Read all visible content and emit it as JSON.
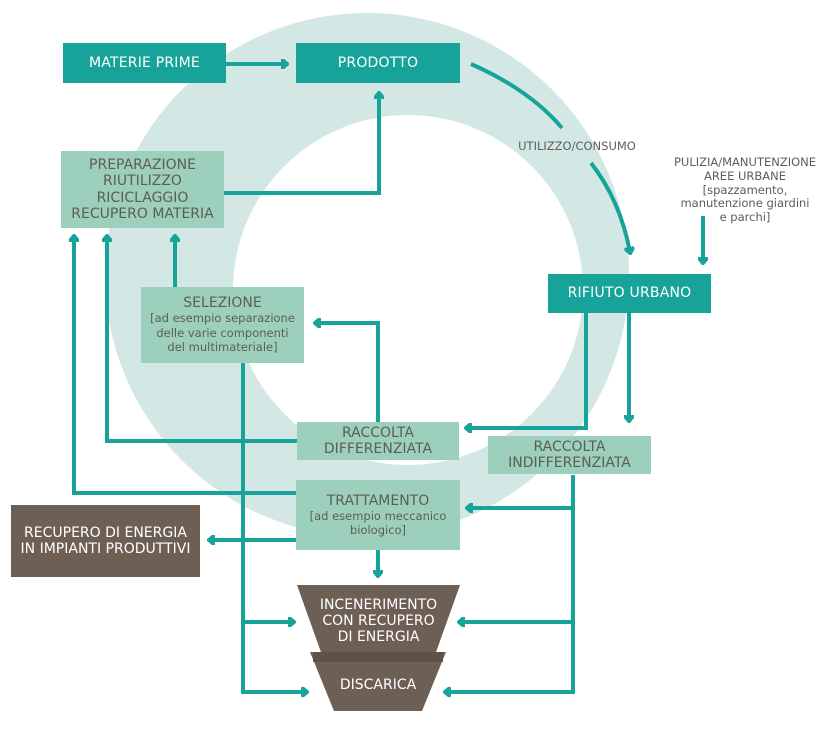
{
  "title": "Ciclo dei rifiuti urbani",
  "colors": {
    "primary_teal": "#17a39a",
    "mint": "#9dd0bc",
    "brown": "#6e5f55",
    "circle": "#d3e8e5",
    "text_gray": "#5d5d55"
  },
  "nodes": {
    "materie_prime": "MATERIE PRIME",
    "prodotto": "PRODOTTO",
    "preparazione": [
      "PREPARAZIONE",
      "RIUTILIZZO",
      "RICICLAGGIO",
      "RECUPERO MATERIA"
    ],
    "rifiuto_urbano": "RIFIUTO URBANO",
    "selezione": {
      "title": "SELEZIONE",
      "detail": [
        "[ad esempio separazione",
        "delle varie componenti",
        "del multimateriale]"
      ]
    },
    "raccolta_differenziata": [
      "RACCOLTA",
      "DIFFERENZIATA"
    ],
    "raccolta_indifferenziata": [
      "RACCOLTA",
      "INDIFFERENZIATA"
    ],
    "trattamento": {
      "title": "TRATTAMENTO",
      "detail": [
        "[ad esempio meccanico",
        "biologico]"
      ]
    },
    "recupero_energia": [
      "RECUPERO DI ENERGIA",
      "IN IMPIANTI PRODUTTIVI"
    ],
    "incenerimento": [
      "INCENERIMENTO",
      "CON RECUPERO",
      "DI ENERGIA"
    ],
    "discarica": "DISCARICA"
  },
  "labels": {
    "utilizzo": "UTILIZZO/CONSUMO",
    "pulizia": [
      "PULIZIA/MANUTENZIONE",
      "AREE URBANE",
      "[spazzamento,",
      "manutenzione giardini",
      "e parchi]"
    ]
  }
}
